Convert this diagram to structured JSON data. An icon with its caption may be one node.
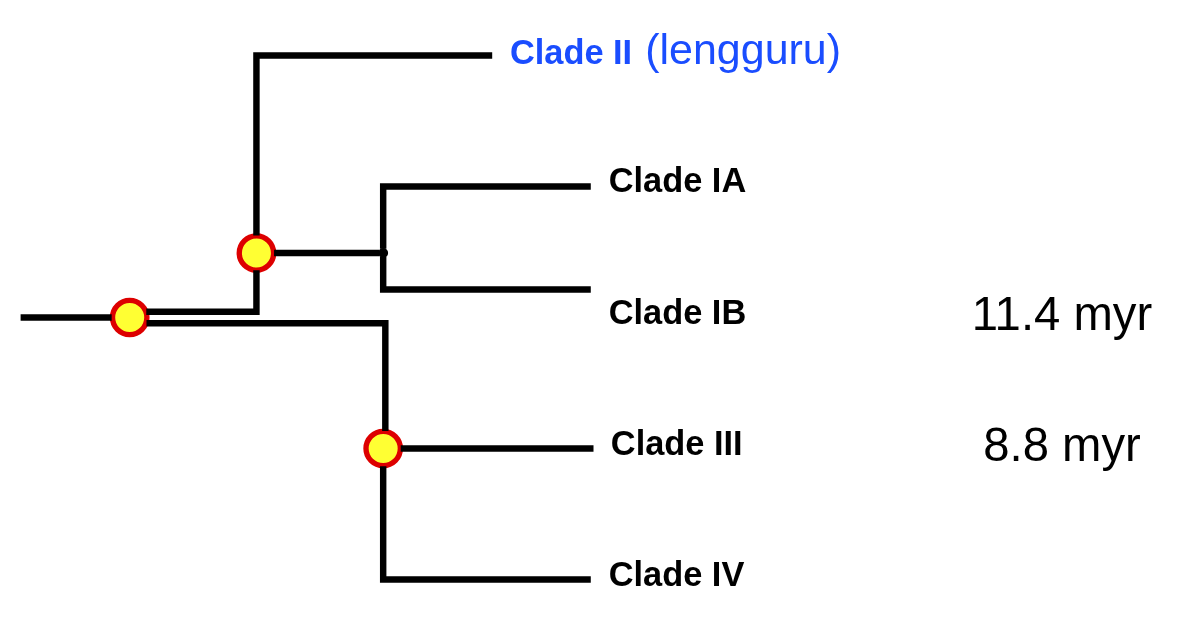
{
  "diagram": {
    "nodes": [
      {
        "text": [
          "Clade IA"
        ]
      },
      {
        "text": [
          "Clade IB"
        ]
      },
      {
        "text": [
          "Clade II"
        ],
        "beside": [
          "(lengguru)"
        ]
      },
      {
        "text": [
          "Clade III"
        ]
      },
      {
        "text": [
          "Clade IV"
        ]
      },
      {
        "text": [],
        "shape": "point"
      },
      {
        "text": [],
        "shape": "circle"
      },
      {
        "text": [],
        "shape": "circle"
      },
      {
        "text": [],
        "shape": "circle"
      }
    ],
    "edges": [
      {
        "from": null,
        "to": 7,
        "arrow": "none"
      },
      {
        "from": 7,
        "to": 6,
        "arrow": "none"
      },
      {
        "from": 7,
        "to": 8,
        "arrow": "none"
      },
      {
        "from": 6,
        "to": 5,
        "arrow": "none"
      },
      {
        "from": 6,
        "to": 2,
        "arrow": "none"
      },
      {
        "from": 5,
        "to": 0,
        "arrow": "none"
      },
      {
        "from": 5,
        "to": 1,
        "arrow": "none"
      },
      {
        "from": 8,
        "to": 3,
        "arrow": "none"
      },
      {
        "from": 8,
        "to": 4,
        "arrow": "none"
      }
    ],
    "labels": [
      "11.4 myr",
      "8.8 myr"
    ]
  }
}
